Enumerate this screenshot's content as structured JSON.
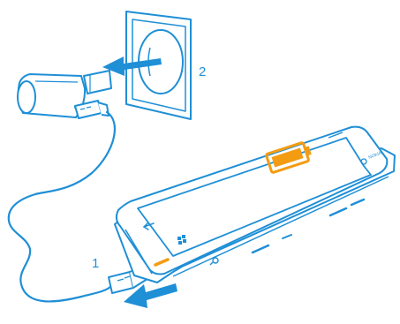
{
  "steps": {
    "step1_label": "1",
    "step2_label": "2"
  },
  "phone": {
    "brand": "NOKIA",
    "screen_icon": "battery-charging-icon"
  },
  "icons": {
    "plug": "plug-icon",
    "socket": "wall-socket-icon",
    "back": "back-arrow-icon",
    "windows": "windows-logo-icon",
    "search": "search-icon"
  },
  "colors": {
    "outline": "#1f8fd6",
    "arrow": "#1f8fd6",
    "battery": "#f39c12",
    "background": "#ffffff"
  }
}
